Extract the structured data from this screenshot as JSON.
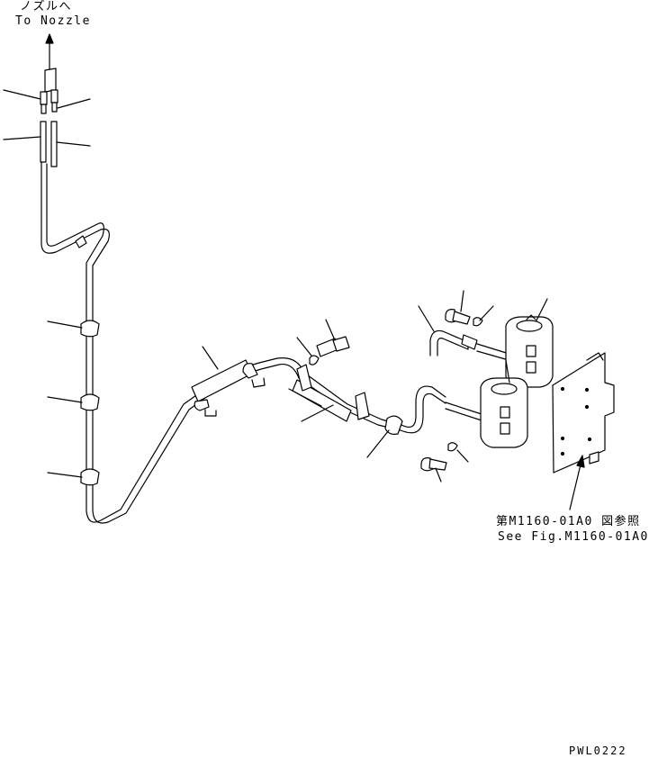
{
  "labels": {
    "nozzle_jp": "ノズルへ",
    "nozzle_en": "To Nozzle",
    "ref_jp": "第M1160-01A0 図参照",
    "ref_en": "See Fig.M1160-01A0",
    "drawing_code": "PWL0222"
  }
}
